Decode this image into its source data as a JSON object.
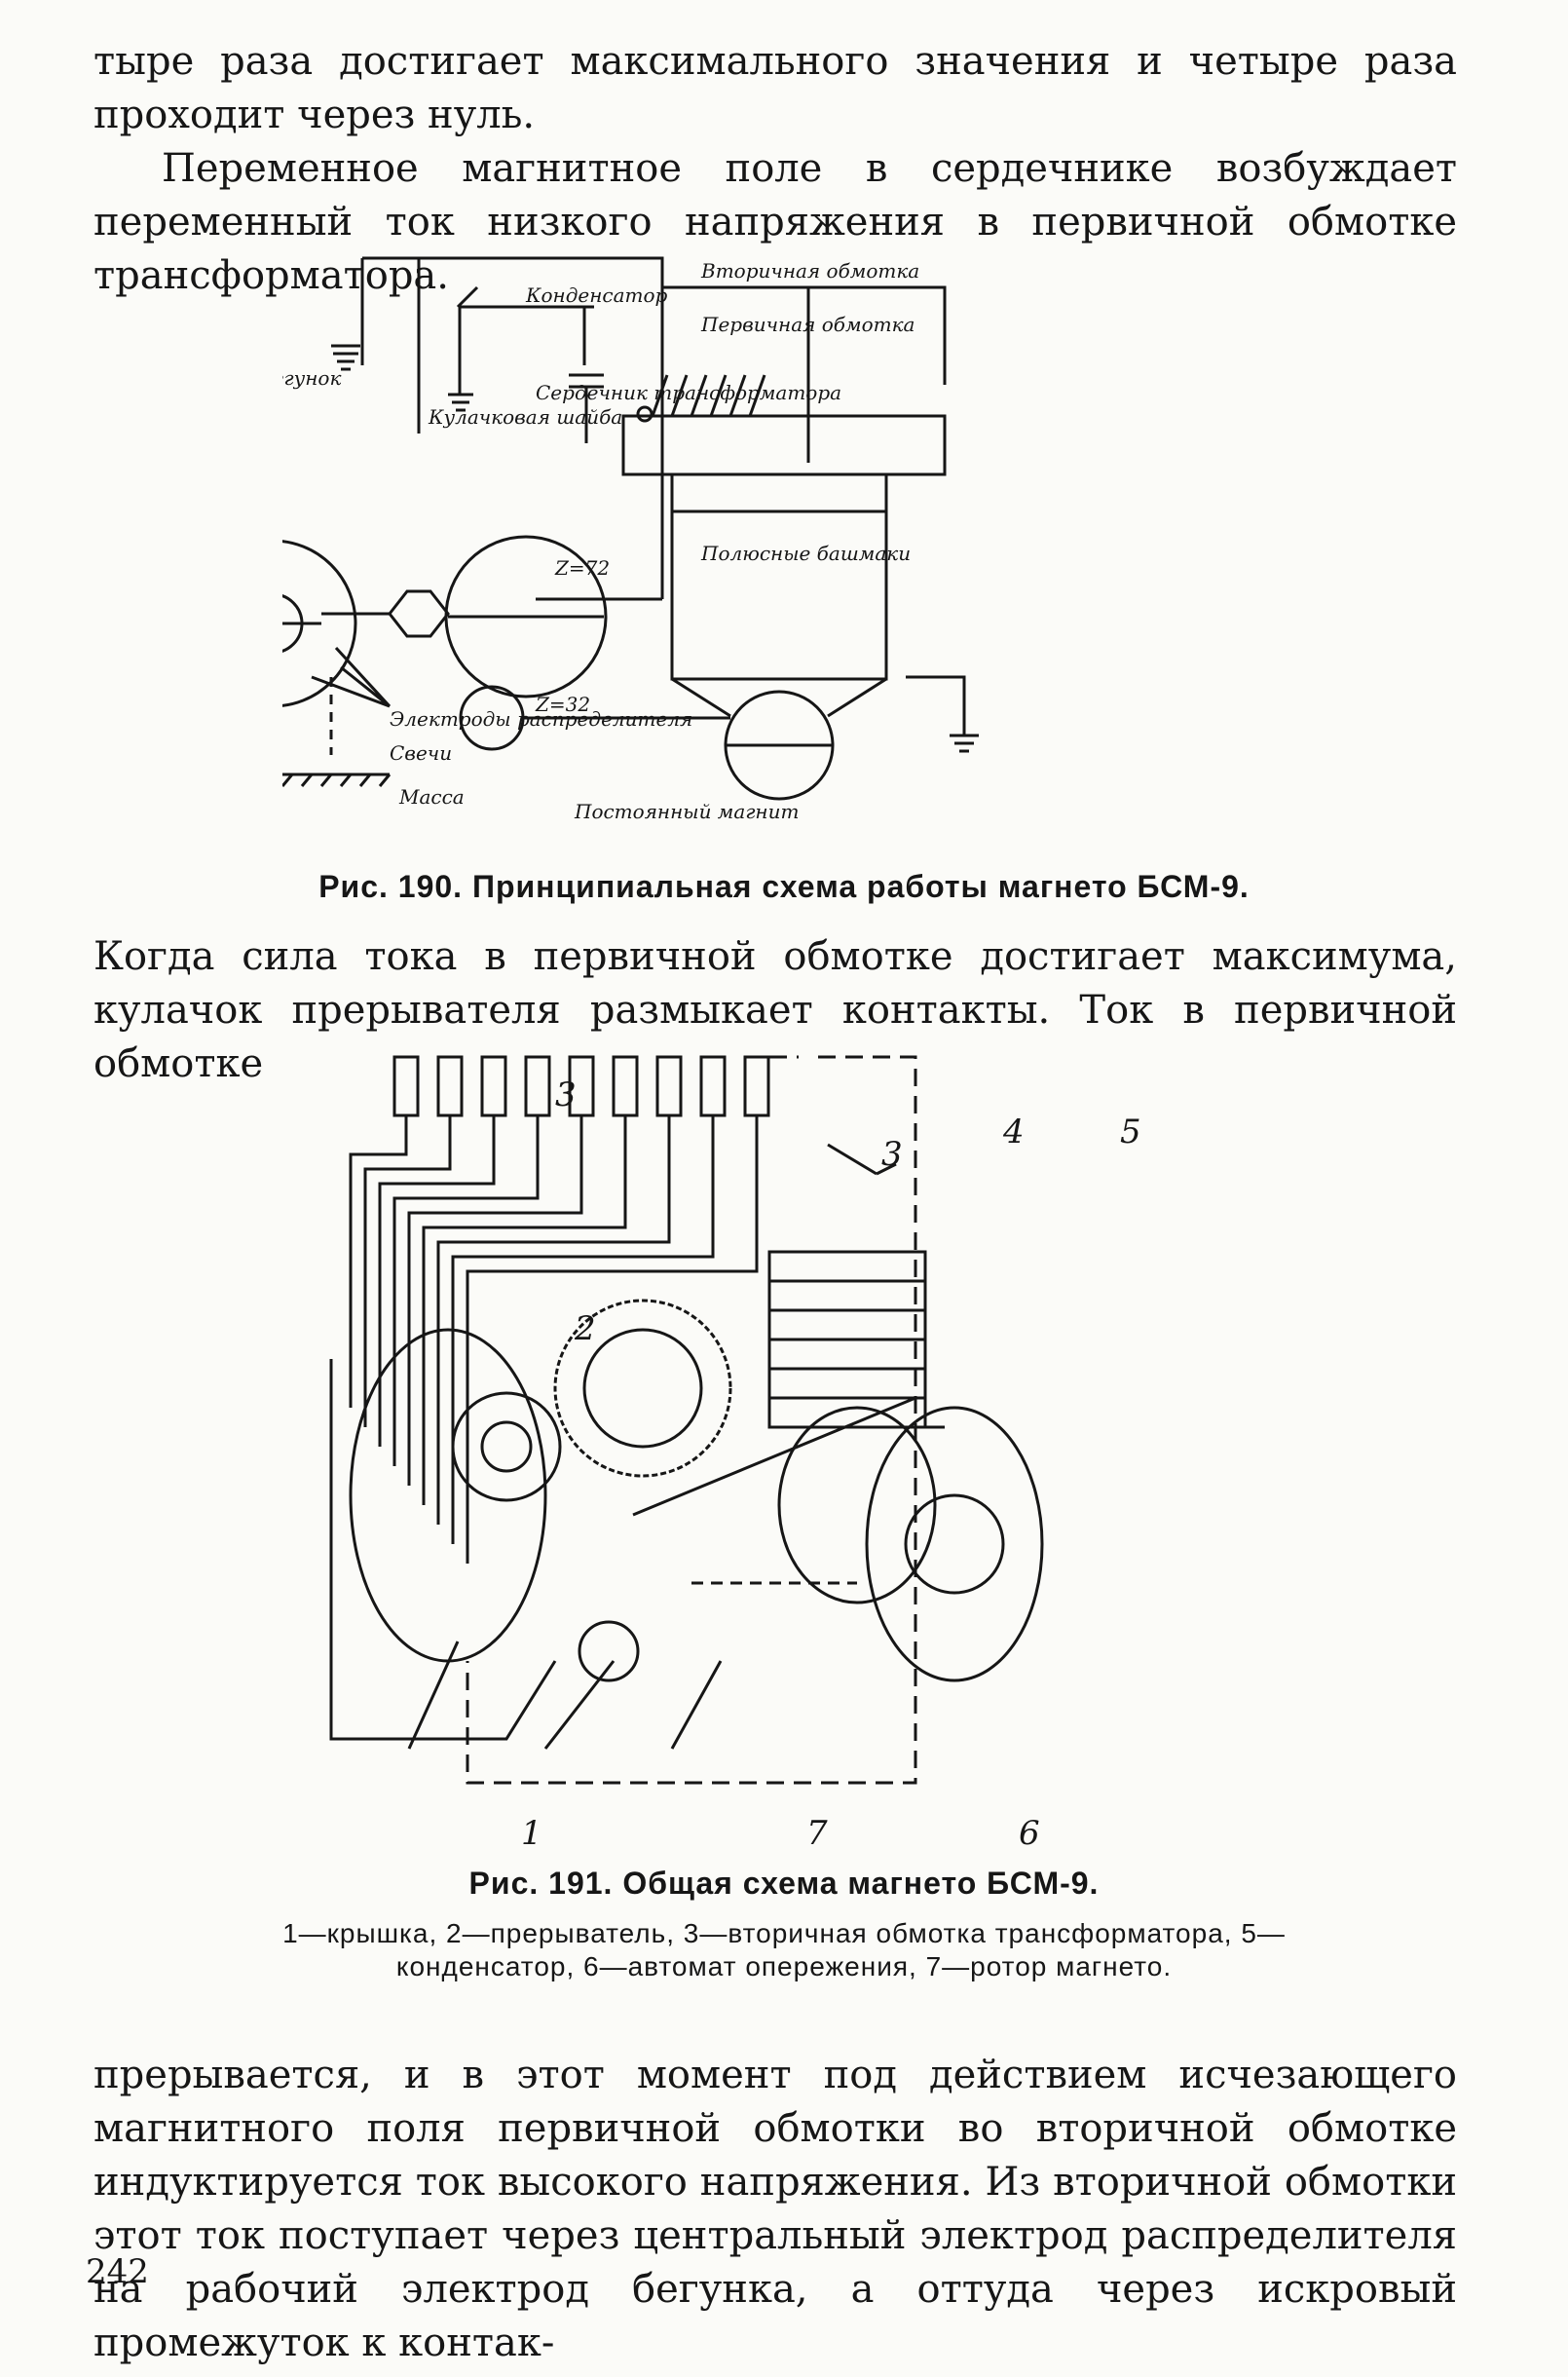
{
  "paragraphs": {
    "p1": "тыре раза достигает максимального значения и четыре раза проходит через нуль.",
    "p2": "Переменное магнитное поле в сердечнике возбуждает переменный ток низкого напряжения в первичной обмотке трансформатора.",
    "p3": "Когда сила тока в первичной обмотке достигает максимума, кулачок прерывателя размыкает контакты. Ток в первичной обмотке",
    "p4": "прерывается, и в этот момент под действием исчезающего магнитного поля первичной обмотки во вторичной обмотке индуктируется ток высокого напряжения. Из вторичной обмотки этот ток поступает через центральный электрод распределителя на рабочий электрод бегунка, а оттуда через искровый промежуток к контак-"
  },
  "figure190": {
    "caption": "Рис. 190. Принципиальная схема работы магнето БСМ-9.",
    "labels": {
      "condenser": "Конденсатор",
      "secondary_winding": "Вторичная обмотка",
      "primary_winding": "Первичная обмотка",
      "core": "Сердечник трансформатора",
      "runner": "Бегунок",
      "cam": "Кулачковая шайба",
      "z72": "Z=72",
      "z32": "Z=32",
      "pole_shoes": "Полюсные башмаки",
      "electrodes": "Электроды распределителя",
      "plugs": "Свечи",
      "ground": "Масса",
      "magnet": "Постоянный магнит"
    }
  },
  "figure191": {
    "caption": "Рис. 191. Общая схема магнето БСМ-9.",
    "legend": "1—крышка, 2—прерыватель, 3—вторичная обмотка трансформатора, 5—конденсатор, 6—автомат опережения, 7—ротор магнето.",
    "numbers": [
      "1",
      "2",
      "3",
      "4",
      "5",
      "6",
      "7"
    ]
  },
  "page_number": "242"
}
